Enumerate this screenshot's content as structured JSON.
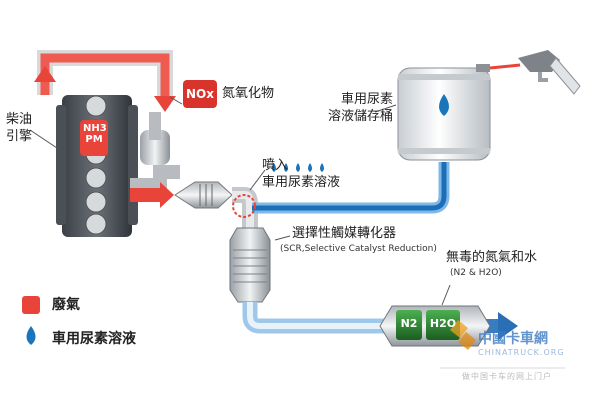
{
  "diagram": {
    "engine": {
      "label_line1": "柴油",
      "label_line2": "引擎",
      "nh3": "NH3",
      "pm": "PM"
    },
    "nox": {
      "badge": "NOx",
      "label": "氮氧化物"
    },
    "tank": {
      "label_line1": "車用尿素",
      "label_line2": "溶液儲存桶"
    },
    "injection": {
      "label_line1": "噴入",
      "label_line2": "車用尿素溶液"
    },
    "scr": {
      "label": "選擇性觸媒轉化器",
      "sublabel": "(SCR,Selective Catalyst Reduction)"
    },
    "output": {
      "label": "無毒的氮氣和水",
      "sublabel": "(N2 & H2O)",
      "n2": "N2",
      "h2o": "H2O"
    }
  },
  "legend": [
    {
      "label": "廢氣",
      "color": "#e8443a",
      "icon": "red-square-icon"
    },
    {
      "label": "車用尿素溶液",
      "color": "#1b75bb",
      "icon": "water-drop-icon"
    }
  ],
  "watermark": {
    "brand_cn": "中國卡車網",
    "brand_en": "CHINATRUCK.ORG",
    "slogan": "做中国卡车的网上门户"
  },
  "colors": {
    "exhaust": "#e8443a",
    "urea": "#1b75bb",
    "clean": "#2e7d32"
  }
}
